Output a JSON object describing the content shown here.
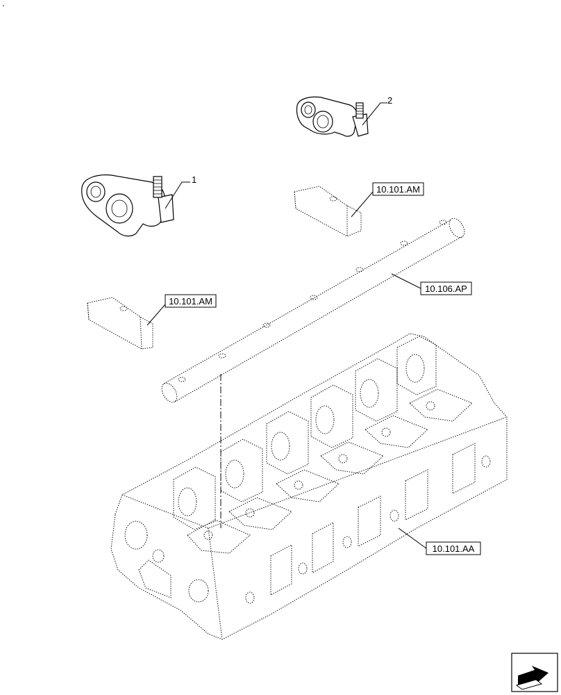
{
  "corner_mark": ".",
  "item_numbers": [
    {
      "id": "item-1",
      "label": "1"
    },
    {
      "id": "item-2",
      "label": "2"
    }
  ],
  "references": [
    {
      "id": "ref-top-block",
      "label": "10.101.AM"
    },
    {
      "id": "ref-left-block",
      "label": "10.101.AM"
    },
    {
      "id": "ref-shaft",
      "label": "10.106.AP"
    },
    {
      "id": "ref-cylinder-head",
      "label": "10.101.AA"
    }
  ],
  "icons": {
    "nav_arrow": "next-page-arrow-icon"
  }
}
